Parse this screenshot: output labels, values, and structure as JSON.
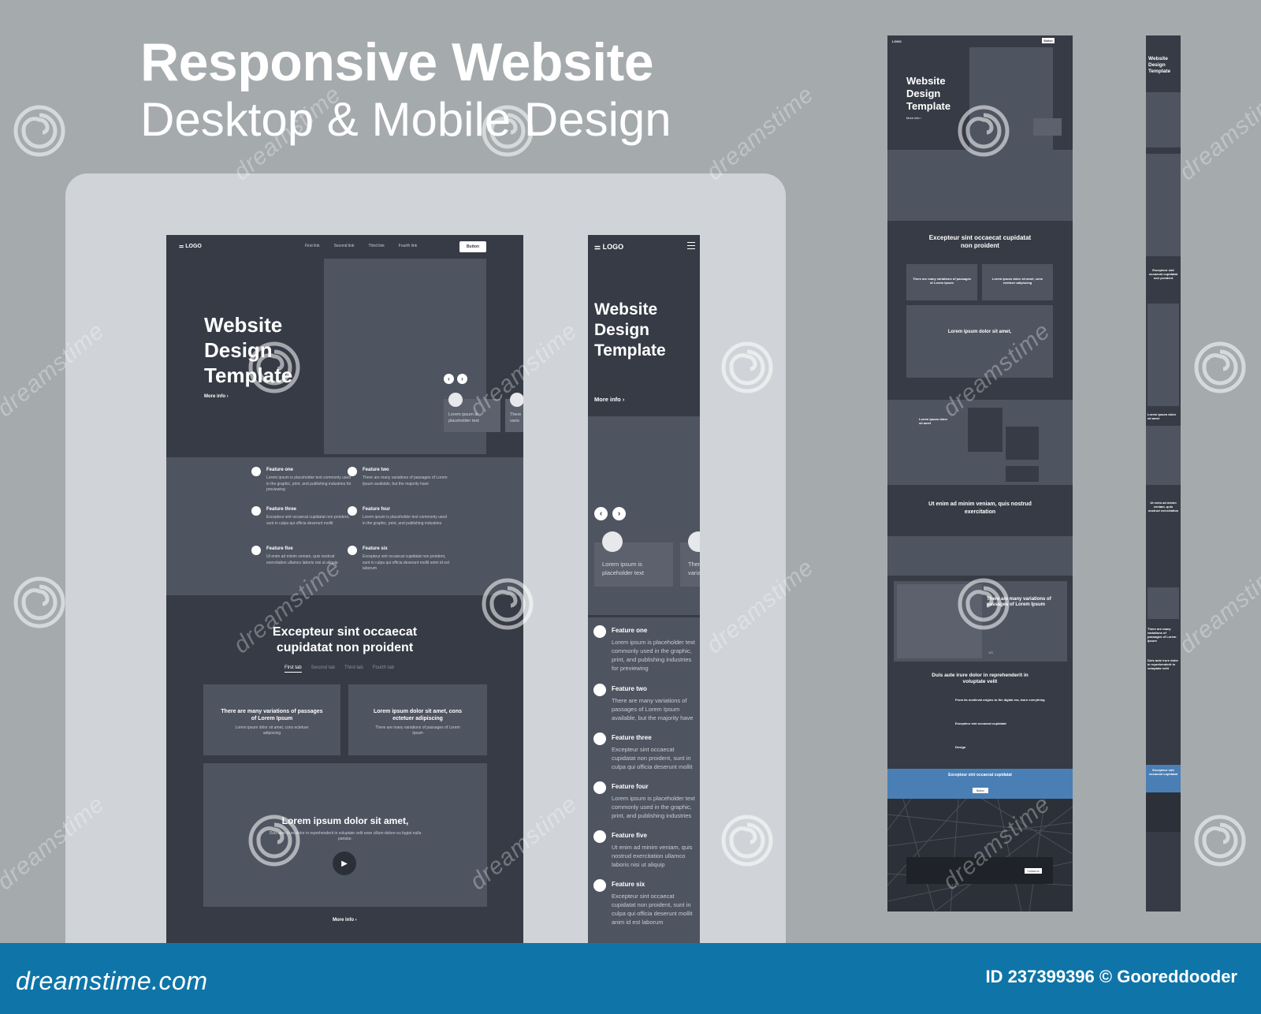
{
  "heading": {
    "title": "Responsive Website",
    "subtitle": "Desktop & Mobile Design"
  },
  "desktop": {
    "logo": "LOGO",
    "nav_links": [
      "First link",
      "Second link",
      "Third link",
      "Fourth link"
    ],
    "nav_button": "Button",
    "hero_title": "Website Design Template",
    "hero_more": "More info ›",
    "slider_prev": "‹",
    "slider_next": "›",
    "slider_card_text": "Lorem ipsum is placeholder text",
    "slider_card_text_2": "There vario",
    "features": [
      {
        "title": "Feature one",
        "desc": "Lorem ipsum is placeholder text commonly used in the graphic, print, and publishing industries for previewing"
      },
      {
        "title": "Feature two",
        "desc": "There are many variations of passages of Lorem Ipsum available, but the majority have"
      },
      {
        "title": "Feature three",
        "desc": "Excepteur sint occaecat cupidatat non proident, sunt in culpa qui officia deserunt mollit"
      },
      {
        "title": "Feature four",
        "desc": "Lorem ipsum is placeholder text commonly used in the graphic, print, and publishing industries"
      },
      {
        "title": "Feature five",
        "desc": "Ut enim ad minim veniam, quis nostrud exercitation ullamco laboris nisi ut aliquip"
      },
      {
        "title": "Feature six",
        "desc": "Excepteur sint occaecat cupidatat non proident, sunt in culpa qui officia deserunt mollit anim id est laborum"
      }
    ],
    "section_title": "Excepteur sint occaecat cupidatat non proident",
    "tabs": [
      "First tab",
      "Second tab",
      "Third tab",
      "Fourth tab"
    ],
    "tab_card_1_title": "There are many variations of passages of Lorem Ipsum",
    "tab_card_1_desc": "Lorem ipsum dolor sit amet, cons ectetuer adipiscing",
    "tab_card_2_title": "Lorem ipsum dolor sit amet, cons ectetuer adipiscing",
    "tab_card_2_desc": "There are many variations of passages of Lorem Ipsum",
    "video_title": "Lorem ipsum dolor sit amet,",
    "video_desc": "Duis aute irure dolor in reprehenderit in voluptate velit esse cillum dolore eu fugiat nulla pariatur.",
    "play": "▶",
    "more_info": "More info ›"
  },
  "mobile": {
    "logo": "LOGO",
    "hero_title": "Website Design Template",
    "hero_more": "More info ›",
    "slider_card_text": "Lorem ipsum is placeholder text",
    "slider_card_text_2": "There varia",
    "features": [
      {
        "title": "Feature one",
        "desc": "Lorem ipsum is placeholder text commonly used in the graphic, print, and publishing industries for previewing"
      },
      {
        "title": "Feature two",
        "desc": "There are many variations of passages of Lorem Ipsum available, but the majority have"
      },
      {
        "title": "Feature three",
        "desc": "Excepteur sint occaecat cupidatat non proident, sunt in culpa qui officia deserunt mollit"
      },
      {
        "title": "Feature four",
        "desc": "Lorem ipsum is placeholder text commonly used in the graphic, print, and publishing industries"
      },
      {
        "title": "Feature five",
        "desc": "Ut enim ad minim veniam, quis nostrud exercitation ullamco laboris nisi ut aliquip"
      },
      {
        "title": "Feature six",
        "desc": "Excepteur sint occaecat cupidatat non proident, sunt in culpa qui officia deserunt mollit anim id est laborum"
      }
    ]
  },
  "thumb": {
    "logo": "LOGO",
    "nav_button": "Button",
    "hero_title": "Website Design Template",
    "more": "More info ›",
    "section1": "Excepteur sint occaecat cupidatat non proident",
    "card1": "There are many variations of passages of Lorem Ipsum",
    "card2": "Lorem ipsum dolor sit amet, cons ectetuer adipiscing",
    "video": "Lorem ipsum dolor sit amet,",
    "gallery_title": "Lorem ipsum dolor sit amet",
    "section2": "Ut enim ad minim veniam, quis nostrud exercitation",
    "slide_title": "There are many variations of passages of Lorem Ipsum",
    "slide_count": "1/3",
    "section3": "Duis aute irure dolor in reprehenderit in voluptate velit",
    "list1": "From its medieval origins to the digital era, learn everything",
    "list2": "Excepteur sint occaecat cupidatat",
    "list3": "Design",
    "cta": "Excepteur sint occaecat cupidatat",
    "cta_button": "Button",
    "contact_button": "Contact us"
  },
  "skinny": {
    "hero_title": "Website Design Template",
    "section1": "Excepteur sint occaecat cupidatat non proident",
    "gallery_title": "Lorem ipsum dolor sit amet",
    "section2": "Ut enim ad minim veniam, quis nostrud exercitation",
    "slide_title": "There are many variations of passages of Lorem Ipsum",
    "section3": "Duis aute irure dolor in reprehenderit in voluptate velit",
    "cta": "Excepteur sint occaecat cupidatat"
  },
  "watermark": "dreamstime",
  "footer": {
    "logo": "dreamstime.com",
    "id_text": "ID 237399396 © Gooreddooder"
  },
  "colors": {
    "background": "#a5aaad",
    "frame": "#363b45",
    "panel": "#4f5461",
    "footer": "#0f75a8",
    "cta": "#4a7fb5"
  }
}
